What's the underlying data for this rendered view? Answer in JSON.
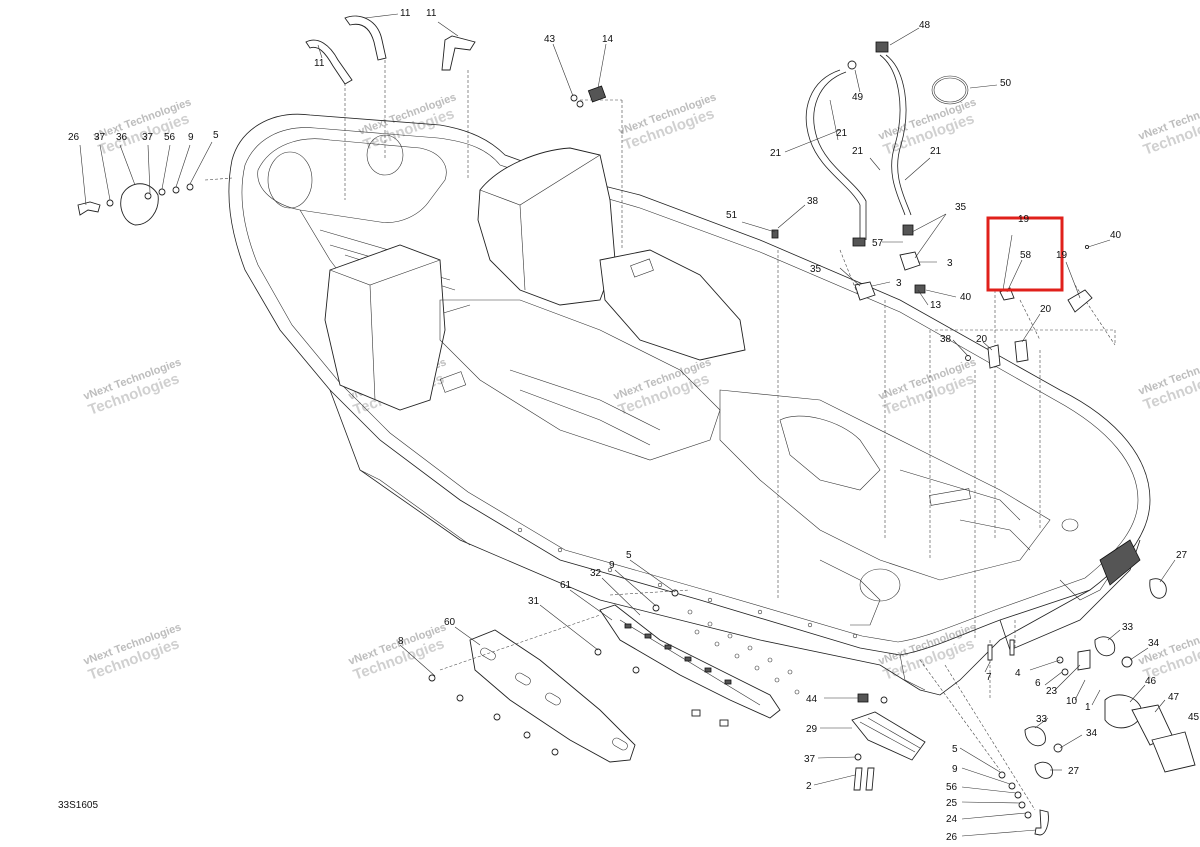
{
  "drawing_code": "33S1605",
  "watermark_line1": "vNext Technologies",
  "watermark_line2": "Technologies",
  "highlight_color": "#e0201b",
  "callouts": {
    "c11a": "11",
    "c11b": "11",
    "c11c": "11",
    "c43": "43",
    "c14": "14",
    "c48": "48",
    "c49": "49",
    "c50": "50",
    "c26a": "26",
    "c37a": "37",
    "c36": "36",
    "c37b": "37",
    "c56a": "56",
    "c9a": "9",
    "c5a": "5",
    "c21a": "21",
    "c21b": "21",
    "c21c": "21",
    "c21d": "21",
    "c38a": "38",
    "c51": "51",
    "c35a": "35",
    "c57": "57",
    "c3a": "3",
    "c35b": "35",
    "c3b": "3",
    "c13": "13",
    "c40a": "40",
    "c19a": "19",
    "c58": "58",
    "c19b": "19",
    "c40b": "40",
    "c38b": "38",
    "c20a": "20",
    "c20b": "20",
    "c27a": "27",
    "c33a": "33",
    "c34a": "34",
    "c4": "4",
    "c6": "6",
    "c23": "23",
    "c10": "10",
    "c1": "1",
    "c46": "46",
    "c47": "47",
    "c45": "45",
    "c7": "7",
    "c33b": "33",
    "c34b": "34",
    "c27b": "27",
    "c5b": "5",
    "c9b": "9",
    "c32": "32",
    "c61": "61",
    "c31": "31",
    "c60": "60",
    "c8": "8",
    "c44": "44",
    "c29": "29",
    "c37c": "37",
    "c2": "2",
    "c5c": "5",
    "c9c": "9",
    "c56b": "56",
    "c25": "25",
    "c24": "24",
    "c26b": "26"
  }
}
